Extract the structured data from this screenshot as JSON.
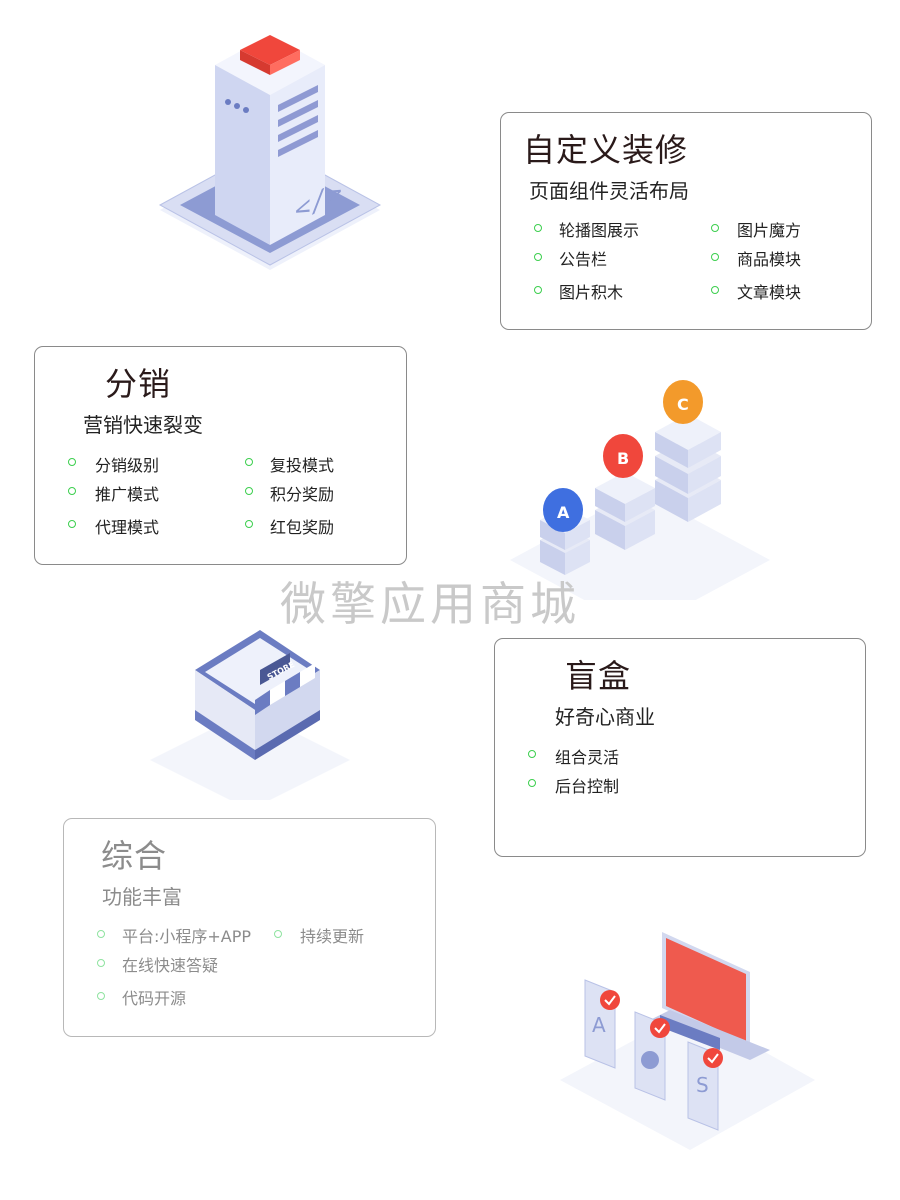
{
  "watermark": "微擎应用商城",
  "custom_decor": {
    "title": "自定义装修",
    "subtitle": "页面组件灵活布局",
    "items": [
      "轮播图展示",
      "图片魔方",
      "公告栏",
      "商品模块",
      "图片积木",
      "文章模块"
    ]
  },
  "distribution": {
    "title": "分销",
    "subtitle": "营销快速裂变",
    "items": [
      "分销级别",
      "复投模式",
      "推广模式",
      "积分奖励",
      "代理模式",
      "红包奖励"
    ]
  },
  "blind_box": {
    "title": "盲盒",
    "subtitle": "好奇心商业",
    "items": [
      "组合灵活",
      "后台控制"
    ]
  },
  "comprehensive": {
    "title": "综合",
    "subtitle": "功能丰富",
    "items": [
      "平台:小程序+APP",
      "持续更新",
      "在线快速答疑",
      "代码开源"
    ]
  },
  "illustrations": {
    "server": "server-tower-icon",
    "tiers": "abc-tier-stack-icon",
    "tier_labels": [
      "A",
      "B",
      "C"
    ],
    "store": "store-front-icon",
    "store_sign": "STORE",
    "devices": "multi-device-icon"
  },
  "colors": {
    "accent_green": "#3ccf4e",
    "accent_red": "#f0473c",
    "illustration_blue": "#6b7cc2",
    "tier_a": "#3f6fe0",
    "tier_b": "#f0473c",
    "tier_c": "#f39a2b"
  }
}
